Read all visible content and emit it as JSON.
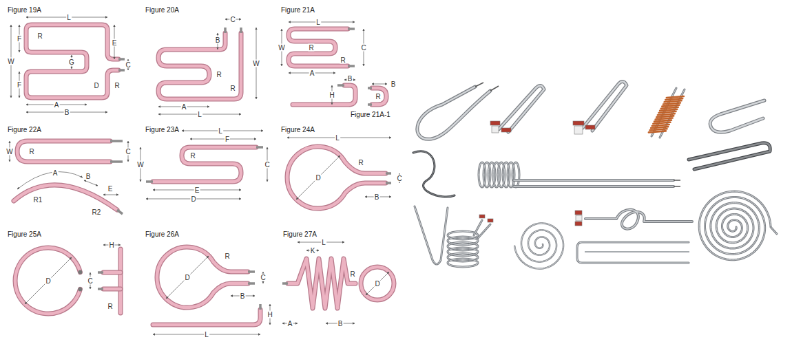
{
  "diagram": {
    "labels": [
      "Figure 19A",
      "L",
      "W",
      "F",
      "R",
      "E",
      "C",
      "G",
      "F",
      "R",
      "D",
      "A",
      "B",
      "Figure 20A",
      "C",
      "B",
      "W",
      "R",
      "R",
      "A",
      "L",
      "Figure 21A",
      "L",
      "W",
      "R",
      "C",
      "R",
      "A",
      "B",
      "H",
      "B",
      "R",
      "Figure 21A-1",
      "Figure 22A",
      "W",
      "R",
      "C",
      "A",
      "B",
      "E",
      "R1",
      "R2",
      "Figure 23A",
      "L",
      "F",
      "R",
      "W",
      "C",
      "E",
      "D",
      "Figure 24A",
      "L",
      "R",
      "D",
      "C",
      "B",
      "Figure 25A",
      "D",
      "H",
      "C",
      "R",
      "Figure 26A",
      "R",
      "D",
      "C",
      "B",
      "H",
      "L",
      "Figure 27A",
      "L",
      "K",
      "R",
      "D",
      "A",
      "B"
    ]
  }
}
